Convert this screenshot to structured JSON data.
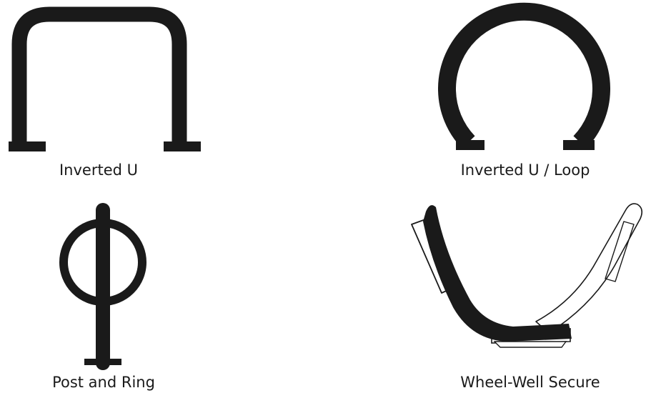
{
  "racks": [
    {
      "id": "inverted-u",
      "label": "Inverted U"
    },
    {
      "id": "inverted-u-loop",
      "label": "Inverted U / Loop"
    },
    {
      "id": "post-and-ring",
      "label": "Post and Ring"
    },
    {
      "id": "wheel-well-secure",
      "label": "Wheel-Well Secure"
    }
  ],
  "colors": {
    "fill": "#1a1a1a",
    "outline": "#1a1a1a",
    "background": "#ffffff"
  },
  "icons": [
    "inverted-u-rack-icon",
    "inverted-u-loop-rack-icon",
    "post-and-ring-rack-icon",
    "wheel-well-rack-icon"
  ]
}
